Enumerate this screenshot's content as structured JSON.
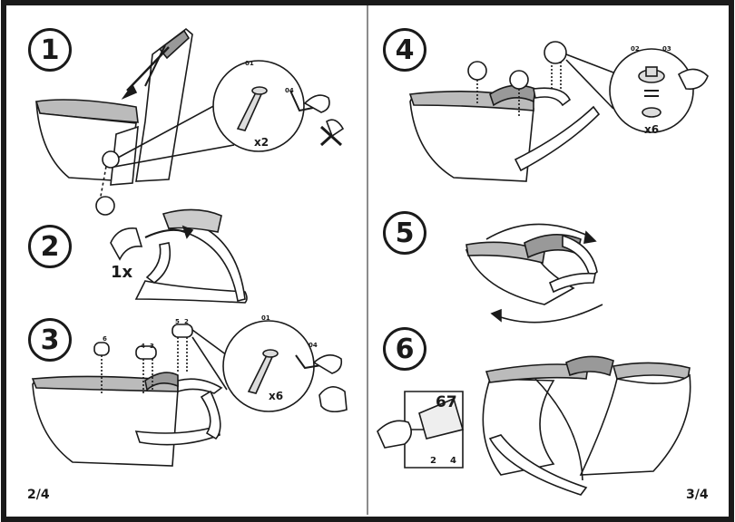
{
  "steps": {
    "s1": {
      "number": "1",
      "part_a": "01",
      "part_b": "04",
      "qty": "x2"
    },
    "s2": {
      "number": "2",
      "qty": "1x"
    },
    "s3": {
      "number": "3",
      "part_a": "01",
      "part_b": "04",
      "qty": "x6",
      "hole_labels": [
        "6",
        "4",
        "3",
        "5",
        "2"
      ]
    },
    "s4": {
      "number": "4",
      "part_a": "02",
      "part_b": "03",
      "qty": "x6"
    },
    "s5": {
      "number": "5"
    },
    "s6": {
      "number": "6",
      "page_ref": "67",
      "pages": [
        "2",
        "4"
      ]
    }
  },
  "footer": {
    "left_page": "2/4",
    "right_page": "3/4"
  },
  "icons": [
    "screw-icon",
    "allen-key-icon",
    "hand-icon",
    "no-power-tool-icon",
    "arrow-icon",
    "rotate-arrow-icon",
    "booklet-icon"
  ]
}
